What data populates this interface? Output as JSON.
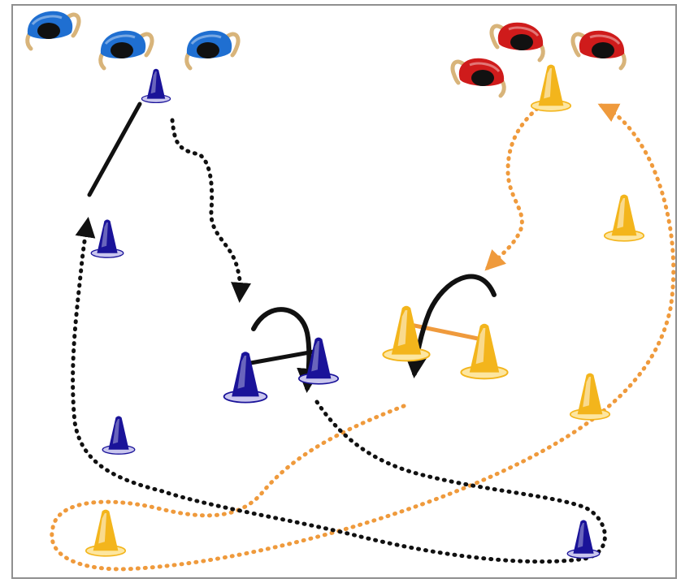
{
  "diagram": {
    "background": "#ffffff",
    "frame_color": "#8f8f8f",
    "colors": {
      "team_blue": "#1f6fd1",
      "team_red": "#cf1b1b",
      "hair_dark": "#111111",
      "limb_tan": "#d8b47a",
      "cone_blue": "#1a1399",
      "cone_blue_base": "#c9c6ee",
      "cone_orange": "#f3b51c",
      "cone_orange_light": "#fde6a0",
      "path_black": "#111111",
      "path_orange": "#ef9a3c"
    },
    "players": [
      {
        "id": "blue-player-1",
        "team": "blue"
      },
      {
        "id": "blue-player-2",
        "team": "blue"
      },
      {
        "id": "blue-player-3",
        "team": "blue"
      },
      {
        "id": "red-player-1",
        "team": "red"
      },
      {
        "id": "red-player-2",
        "team": "red"
      },
      {
        "id": "red-player-3",
        "team": "red"
      }
    ],
    "cones": [
      {
        "id": "blue-cone-start",
        "color": "blue"
      },
      {
        "id": "blue-cone-left",
        "color": "blue"
      },
      {
        "id": "blue-cone-gate-left",
        "color": "blue"
      },
      {
        "id": "blue-cone-gate-right",
        "color": "blue"
      },
      {
        "id": "blue-cone-lower-left",
        "color": "blue"
      },
      {
        "id": "blue-cone-bottom-right",
        "color": "blue"
      },
      {
        "id": "orange-cone-start",
        "color": "orange"
      },
      {
        "id": "orange-cone-right",
        "color": "orange"
      },
      {
        "id": "orange-cone-gate-left",
        "color": "orange"
      },
      {
        "id": "orange-cone-gate-right",
        "color": "orange"
      },
      {
        "id": "orange-cone-lower-right",
        "color": "orange"
      },
      {
        "id": "orange-cone-bottom-left",
        "color": "orange"
      }
    ],
    "paths": [
      {
        "id": "blue-pass-solid",
        "style": "solid",
        "color": "black"
      },
      {
        "id": "blue-run-dotted",
        "style": "dotted",
        "color": "black"
      },
      {
        "id": "blue-gate-curve",
        "style": "solid",
        "color": "black"
      },
      {
        "id": "blue-gate-line",
        "style": "solid",
        "color": "black"
      },
      {
        "id": "blue-return-dotted",
        "style": "dotted",
        "color": "black"
      },
      {
        "id": "red-run-dotted",
        "style": "dotted",
        "color": "orange"
      },
      {
        "id": "red-gate-curve",
        "style": "solid",
        "color": "black"
      },
      {
        "id": "red-gate-line",
        "style": "solid",
        "color": "orange"
      },
      {
        "id": "red-return-dotted",
        "style": "dotted",
        "color": "orange"
      },
      {
        "id": "red-loop-dotted",
        "style": "dotted",
        "color": "orange"
      }
    ]
  }
}
